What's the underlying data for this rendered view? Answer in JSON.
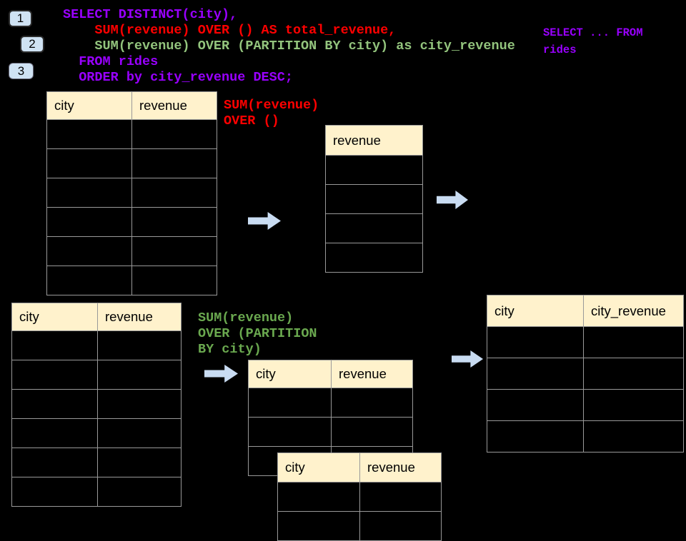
{
  "colors": {
    "page-bg": "#000000",
    "code-purple": "#9900ff",
    "code-red": "#ff0000",
    "code-green-light": "#93c47d",
    "annotation-green": "#6aa84f",
    "table-header-bg": "#fff2cc",
    "table-border": "#999999",
    "table-cell-bg": "#000000",
    "header-text": "#000000",
    "arrow-fill": "#c9dcf2",
    "badge-bg": "#cfe2f3",
    "badge-border": "#2b2b2b"
  },
  "badges": [
    {
      "label": "1"
    },
    {
      "label": "2"
    },
    {
      "label": "3"
    }
  ],
  "sql_code": {
    "lines": [
      {
        "text": "SELECT DISTINCT(city),",
        "color_key": "code-purple"
      },
      {
        "text": "    SUM(revenue) OVER () AS total_revenue,",
        "color_key": "code-red"
      },
      {
        "text": "    SUM(revenue) OVER (PARTITION BY city) as city_revenue",
        "color_key": "code-green-light"
      },
      {
        "text": "  FROM rides",
        "color_key": "code-purple"
      },
      {
        "text": "  ORDER by city_revenue DESC;",
        "color_key": "code-purple"
      }
    ]
  },
  "side_note": {
    "color_key": "code-purple",
    "lines": [
      "SELECT ... FROM",
      "rides"
    ]
  },
  "annotations": {
    "total_revenue": {
      "color_key": "code-red",
      "lines": [
        "SUM(revenue)",
        "OVER ()"
      ]
    },
    "partition": {
      "color_key": "annotation-green",
      "lines": [
        "SUM(revenue)",
        "OVER (PARTITION",
        "BY city)"
      ]
    }
  },
  "tables": {
    "source_top": {
      "headers": [
        "city",
        "revenue"
      ],
      "body_rows": 6
    },
    "total_result": {
      "headers": [
        "revenue"
      ],
      "body_rows": 4
    },
    "source_bottom": {
      "headers": [
        "city",
        "revenue"
      ],
      "body_rows": 6
    },
    "partition_step": {
      "headers": [
        "city",
        "revenue"
      ],
      "body_rows": 3
    },
    "partition_overlay": {
      "headers": [
        "city",
        "revenue"
      ],
      "body_rows": 2
    },
    "city_revenue_result": {
      "headers": [
        "city",
        "city_revenue"
      ],
      "body_rows": 4
    }
  }
}
